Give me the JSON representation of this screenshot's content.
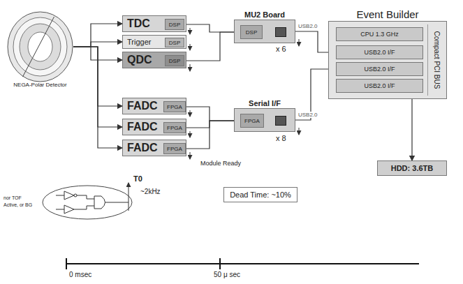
{
  "diagram": {
    "nodes": [
      {
        "text": [
          "NEGA-Polar Detector"
        ]
      },
      {
        "text": [
          "TDC"
        ]
      },
      {
        "text": [
          "DSP"
        ],
        "in": 1
      },
      {
        "text": [
          "Trigger"
        ]
      },
      {
        "text": [
          "DSP"
        ],
        "in": 3
      },
      {
        "text": [
          "QDC"
        ]
      },
      {
        "text": [
          "DSP"
        ],
        "in": 5
      },
      {
        "text": [
          "MU2 Board"
        ]
      },
      {
        "text": [
          "DSP"
        ],
        "in": 7
      },
      {
        "text": [
          "Event Builder",
          "Compact PCI BUS"
        ]
      },
      {
        "text": [
          "CPU 1.3 GHz"
        ],
        "in": 9
      },
      {
        "text": [
          "USB2.0 I/F"
        ],
        "in": 9
      },
      {
        "text": [
          "USB2.0 I/F"
        ],
        "in": 9
      },
      {
        "text": [
          "USB2.0 I/F"
        ],
        "in": 9
      },
      {
        "text": [
          "FADC"
        ]
      },
      {
        "text": [
          "FPGA"
        ],
        "in": 14
      },
      {
        "text": [
          "FADC"
        ]
      },
      {
        "text": [
          "FPGA"
        ],
        "in": 16
      },
      {
        "text": [
          "FADC"
        ]
      },
      {
        "text": [
          "FPGA"
        ],
        "in": 18
      },
      {
        "text": [
          "Serial I/F"
        ]
      },
      {
        "text": [
          "FPGA"
        ],
        "in": 20
      },
      {
        "text": [
          "HDD: 3.6TB"
        ]
      },
      {
        "text": [
          "Dead Time: ~10%"
        ]
      }
    ],
    "edges": [
      {
        "from": 0,
        "to": 1,
        "arrow": "to"
      },
      {
        "from": 0,
        "to": 3,
        "arrow": "to"
      },
      {
        "from": 0,
        "to": 5,
        "arrow": "to"
      },
      {
        "from": 0,
        "to": 14,
        "arrow": "to"
      },
      {
        "from": 0,
        "to": 16,
        "arrow": "to"
      },
      {
        "from": 0,
        "to": 18,
        "arrow": "to"
      },
      {
        "from": 2,
        "to": 8,
        "arrow": "to"
      },
      {
        "from": 6,
        "to": 8,
        "arrow": "to"
      },
      {
        "from": 7,
        "to": 11,
        "label": "USB2.0",
        "arrow": "to"
      },
      {
        "from": 20,
        "to": 12,
        "label": "USB2.0",
        "arrow": "to"
      },
      {
        "from": 15,
        "to": 21,
        "arrow": "to"
      },
      {
        "from": 17,
        "to": 21,
        "arrow": "to"
      },
      {
        "from": 19,
        "to": 21,
        "arrow": "to"
      },
      {
        "from": 9,
        "to": 22,
        "arrow": "to"
      }
    ],
    "labels": [
      "x 6",
      "x 8",
      "Module Ready",
      "T0",
      "~2kHz",
      "nor TOF",
      "Active, or BG",
      "0 msec",
      "50 μ sec"
    ]
  }
}
